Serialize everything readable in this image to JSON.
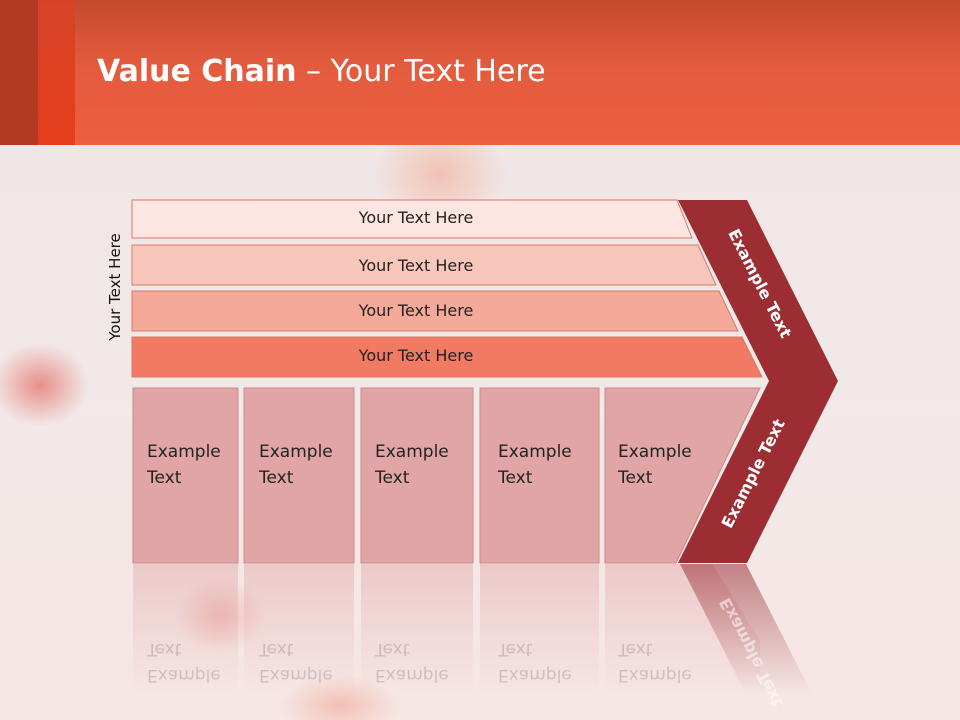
{
  "header": {
    "title_bold": "Value Chain",
    "title_rest": " – Your Text Here"
  },
  "side_label": "Your Text Here",
  "bars": [
    {
      "label": "Your Text Here",
      "color": "#fde6e2"
    },
    {
      "label": "Your Text Here",
      "color": "#f9c6bb"
    },
    {
      "label": "Your Text Here",
      "color": "#f5a999"
    },
    {
      "label": "Your Text Here",
      "color": "#f07a62"
    }
  ],
  "columns": [
    {
      "line1": "Example",
      "line2": "Text"
    },
    {
      "line1": "Example",
      "line2": "Text"
    },
    {
      "line1": "Example",
      "line2": "Text"
    },
    {
      "line1": "Example",
      "line2": "Text"
    },
    {
      "line1": "Example",
      "line2": "Text"
    }
  ],
  "chevron": {
    "upper_label": "Example Text",
    "lower_label": "Example Text",
    "color": "#9b2d33"
  },
  "colors": {
    "header": "#ee5e3f",
    "column_fill": "#e2a5a6"
  }
}
